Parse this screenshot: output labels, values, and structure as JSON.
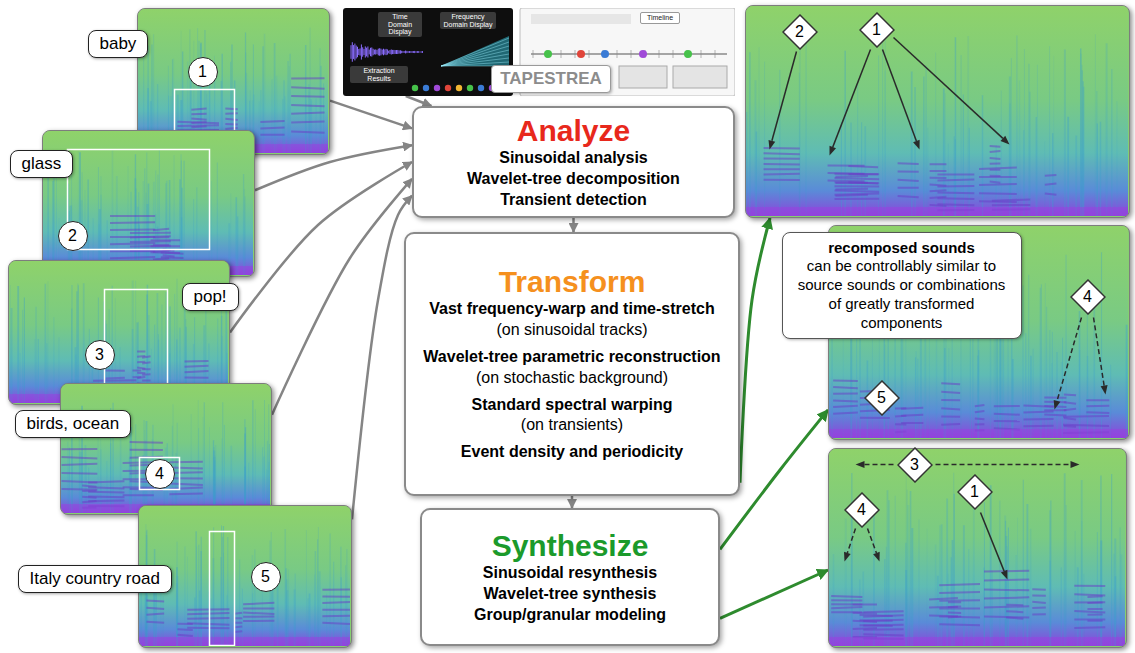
{
  "diagram": {
    "nodes": [
      {
        "text": [
          "baby"
        ]
      },
      {
        "text": [
          "1"
        ],
        "in": 0
      },
      {
        "text": [
          "glass"
        ]
      },
      {
        "text": [
          "2"
        ],
        "in": 2
      },
      {
        "text": [
          "pop!"
        ]
      },
      {
        "text": [
          "3"
        ],
        "in": 4
      },
      {
        "text": [
          "birds, ocean"
        ]
      },
      {
        "text": [
          "4"
        ],
        "in": 6
      },
      {
        "text": [
          "Italy country road"
        ]
      },
      {
        "text": [
          "5"
        ],
        "in": 8
      },
      {
        "text": [
          "TAPESTREA"
        ]
      },
      {
        "text": [
          "Analyze",
          "Sinusoidal analysis",
          "Wavelet-tree decomposition",
          "Transient detection"
        ]
      },
      {
        "text": [
          "Transform",
          "Vast frequency-warp and time-stretch",
          "(on sinusoidal tracks)",
          "Wavelet-tree parametric reconstruction",
          "(on stochastic background)",
          "Standard spectral warping",
          "(on transients)",
          "Event density and periodicity"
        ]
      },
      {
        "text": [
          "Synthesize",
          "Sinusoidal resynthesis",
          "Wavelet-tree synthesis",
          "Group/granular modeling"
        ]
      },
      {
        "text": []
      },
      {
        "text": [
          "2"
        ],
        "in": 14
      },
      {
        "text": [
          "1"
        ],
        "in": 14
      },
      {
        "text": []
      },
      {
        "text": [
          "recomposed sounds",
          "can be controllably similar to source sounds or combinations of greatly transformed components"
        ],
        "in": 17
      },
      {
        "text": [
          "4"
        ],
        "in": 17
      },
      {
        "text": [
          "5"
        ],
        "in": 17
      },
      {
        "text": []
      },
      {
        "text": [
          "3"
        ],
        "in": 21
      },
      {
        "text": [
          "4"
        ],
        "in": 21
      },
      {
        "text": [
          "1"
        ],
        "in": 21
      }
    ],
    "edges": [
      {
        "from": 0,
        "to": 11,
        "arrow": "to"
      },
      {
        "from": 2,
        "to": 11,
        "arrow": "to"
      },
      {
        "from": 4,
        "to": 11,
        "arrow": "to"
      },
      {
        "from": 6,
        "to": 11,
        "arrow": "to"
      },
      {
        "from": 8,
        "to": 11,
        "arrow": "to"
      },
      {
        "from": 10,
        "to": 11,
        "arrow": "to"
      },
      {
        "from": 11,
        "to": 12,
        "arrow": "to"
      },
      {
        "from": 12,
        "to": 13,
        "arrow": "to"
      },
      {
        "from": 12,
        "to": 14,
        "arrow": "to"
      },
      {
        "from": 13,
        "to": 17,
        "arrow": "to"
      },
      {
        "from": 13,
        "to": 21,
        "arrow": "to"
      }
    ],
    "labels": [
      "Time Domain Display",
      "Frequency Domain Display",
      "Extraction Results",
      "Timeline"
    ]
  }
}
